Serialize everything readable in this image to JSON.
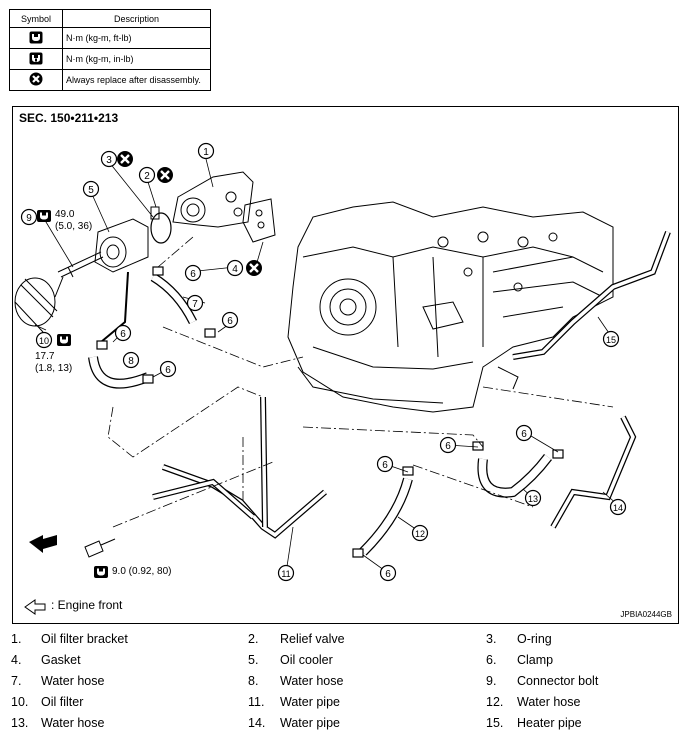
{
  "legend": {
    "headers": [
      "Symbol",
      "Description"
    ],
    "rows": [
      {
        "icon": "torque-wrench-icon",
        "text": "N·m (kg-m, ft-lb)"
      },
      {
        "icon": "torque-wrench-small-icon",
        "text": "N·m (kg-m, in-lb)"
      },
      {
        "icon": "replace-x-icon",
        "text": "Always replace after disassembly."
      }
    ]
  },
  "figure": {
    "section": "SEC. 150•211•213",
    "code": "JPBIA0244GB",
    "engine_front": ": Engine front",
    "torques": {
      "t9": "49.0",
      "t9b": "(5.0, 36)",
      "t10": "17.7",
      "t10b": "(1.8, 13)",
      "bolt": "9.0 (0.92, 80)"
    },
    "callouts": [
      "1",
      "2",
      "3",
      "4",
      "5",
      "6",
      "7",
      "8",
      "9",
      "10",
      "11",
      "12",
      "13",
      "14",
      "15"
    ]
  },
  "parts": [
    {
      "num": "1.",
      "name": "Oil filter bracket"
    },
    {
      "num": "2.",
      "name": "Relief valve"
    },
    {
      "num": "3.",
      "name": "O-ring"
    },
    {
      "num": "4.",
      "name": "Gasket"
    },
    {
      "num": "5.",
      "name": "Oil cooler"
    },
    {
      "num": "6.",
      "name": "Clamp"
    },
    {
      "num": "7.",
      "name": "Water hose"
    },
    {
      "num": "8.",
      "name": "Water hose"
    },
    {
      "num": "9.",
      "name": "Connector bolt"
    },
    {
      "num": "10.",
      "name": "Oil filter"
    },
    {
      "num": "11.",
      "name": "Water pipe"
    },
    {
      "num": "12.",
      "name": "Water hose"
    },
    {
      "num": "13.",
      "name": "Water hose"
    },
    {
      "num": "14.",
      "name": "Water pipe"
    },
    {
      "num": "15.",
      "name": "Heater pipe"
    }
  ]
}
